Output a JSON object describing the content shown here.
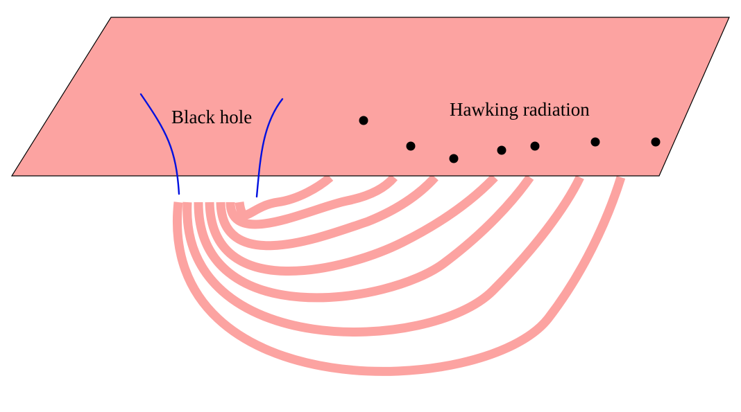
{
  "labels": {
    "black_hole": "Black hole",
    "hawking_radiation": "Hawking radiation"
  },
  "colors": {
    "sheet": "#fca3a1",
    "wormhole": "#fca3a1",
    "horizon": "#0010e0",
    "particle": "#000000",
    "outline": "#000000"
  },
  "icons": {
    "particle": "filled-circle"
  },
  "radiation_particle_count": 7,
  "wormhole_count": 7
}
